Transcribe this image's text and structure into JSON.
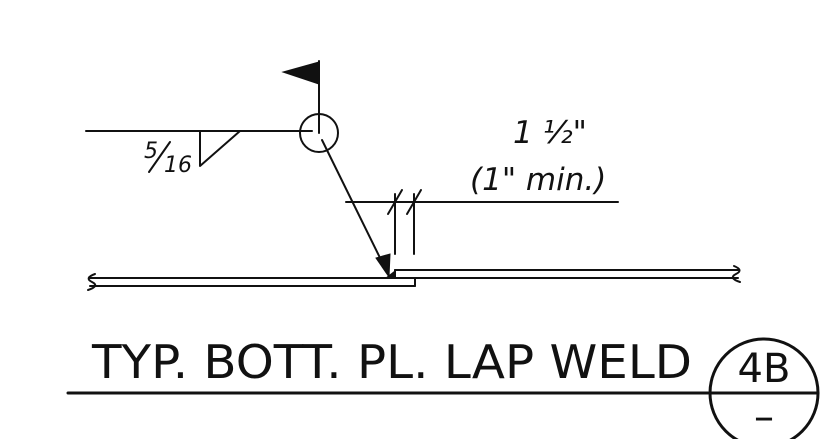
{
  "weld_symbol": {
    "size_numerator": "5",
    "size_denominator": "16",
    "field_weld_flag": "flag-icon",
    "weld_all_around": "circle-icon",
    "weld_type": "fillet-weld-icon"
  },
  "dimension": {
    "overlap_value": "1 ½\"",
    "overlap_min": "(1\" min.)"
  },
  "title": {
    "text": "TYP. BOTT. PL. LAP WELD"
  },
  "detail_callout": {
    "detail_id": "4B",
    "sheet_ref": "–"
  },
  "colors": {
    "ink": "#111111",
    "paper": "#ffffff"
  }
}
